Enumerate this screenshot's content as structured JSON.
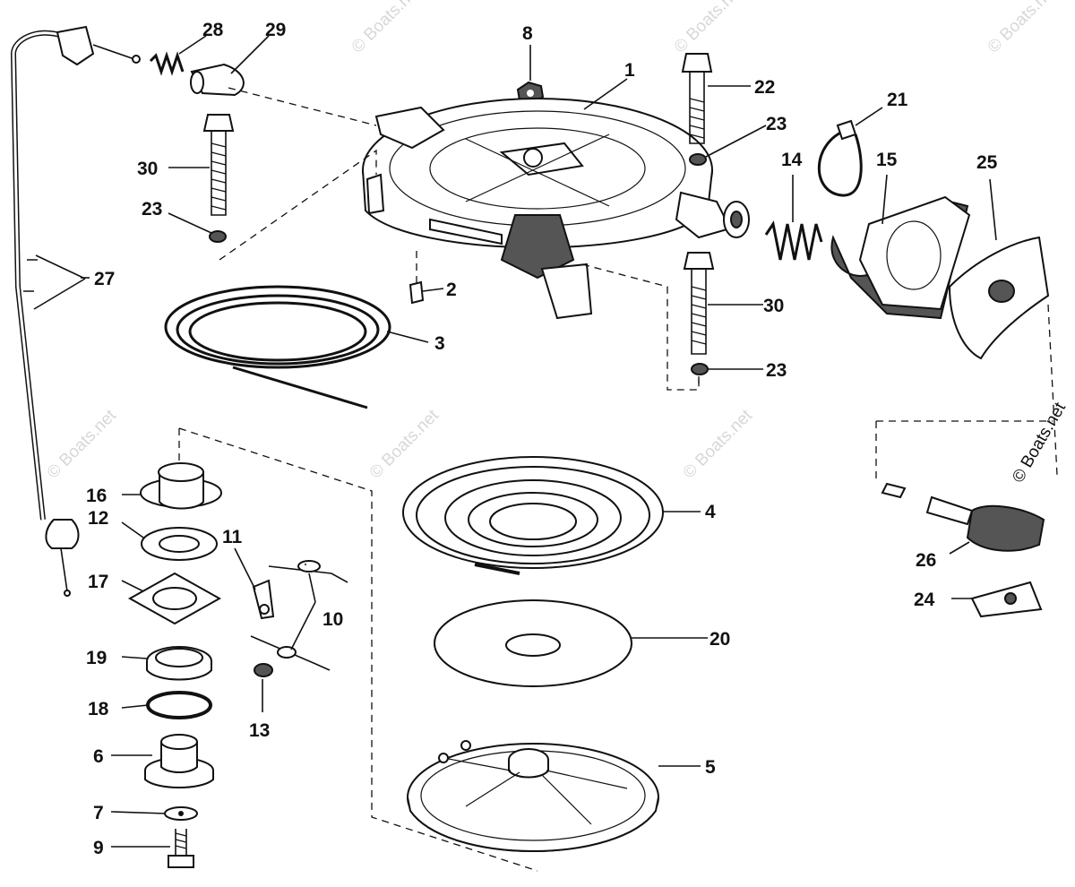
{
  "watermark": "© Boats.net",
  "labels": [
    {
      "id": "1",
      "text": "1"
    },
    {
      "id": "2",
      "text": "2"
    },
    {
      "id": "3",
      "text": "3"
    },
    {
      "id": "4",
      "text": "4"
    },
    {
      "id": "5",
      "text": "5"
    },
    {
      "id": "6",
      "text": "6"
    },
    {
      "id": "7",
      "text": "7"
    },
    {
      "id": "8",
      "text": "8"
    },
    {
      "id": "9",
      "text": "9"
    },
    {
      "id": "10",
      "text": "10"
    },
    {
      "id": "11",
      "text": "11"
    },
    {
      "id": "12",
      "text": "12"
    },
    {
      "id": "13",
      "text": "13"
    },
    {
      "id": "14",
      "text": "14"
    },
    {
      "id": "15",
      "text": "15"
    },
    {
      "id": "16",
      "text": "16"
    },
    {
      "id": "17",
      "text": "17"
    },
    {
      "id": "18",
      "text": "18"
    },
    {
      "id": "19",
      "text": "19"
    },
    {
      "id": "20",
      "text": "20"
    },
    {
      "id": "21",
      "text": "21"
    },
    {
      "id": "22",
      "text": "22"
    },
    {
      "id": "23a",
      "text": "23"
    },
    {
      "id": "23b",
      "text": "23"
    },
    {
      "id": "23c",
      "text": "23"
    },
    {
      "id": "24",
      "text": "24"
    },
    {
      "id": "25",
      "text": "25"
    },
    {
      "id": "26",
      "text": "26"
    },
    {
      "id": "27",
      "text": "27"
    },
    {
      "id": "28",
      "text": "28"
    },
    {
      "id": "29",
      "text": "29"
    },
    {
      "id": "30a",
      "text": "30"
    },
    {
      "id": "30b",
      "text": "30"
    }
  ]
}
